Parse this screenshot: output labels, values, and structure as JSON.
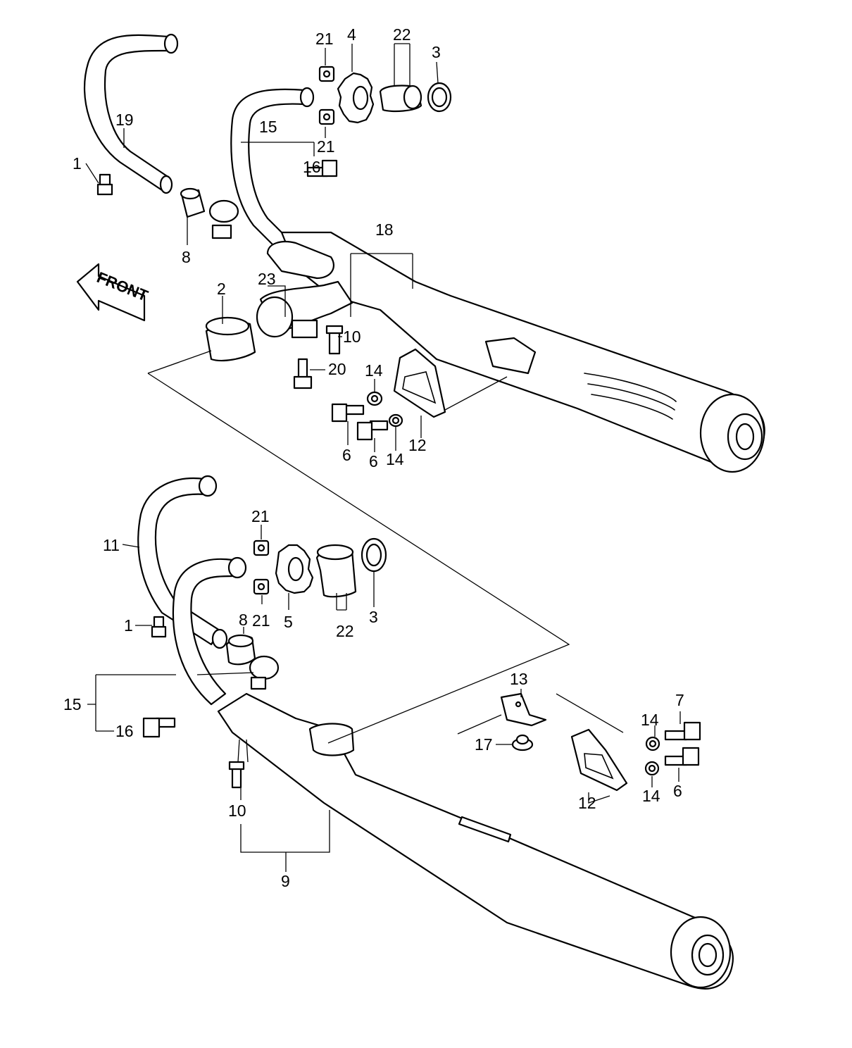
{
  "diagram": {
    "front_label": "FRONT",
    "part_labels": [
      "21",
      "4",
      "22",
      "3",
      "19",
      "15",
      "21",
      "16",
      "1",
      "8",
      "18",
      "2",
      "23",
      "10",
      "20",
      "14",
      "12",
      "6",
      "6",
      "14",
      "21",
      "11",
      "5",
      "22",
      "3",
      "1",
      "8",
      "21",
      "15",
      "16",
      "13",
      "7",
      "14",
      "17",
      "12",
      "14",
      "6",
      "10",
      "9"
    ]
  }
}
